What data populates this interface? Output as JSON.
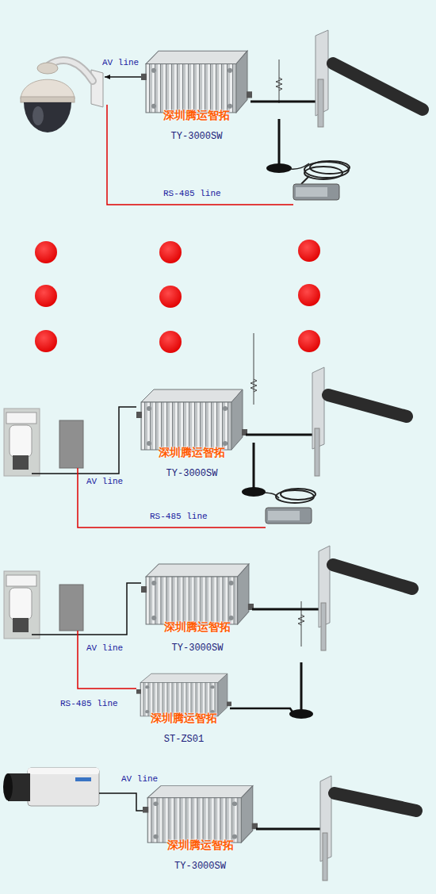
{
  "diagram": {
    "nodes": [
      {
        "text": [
          "深圳腾运智拓",
          "TY-3000SW"
        ]
      },
      {
        "text": [
          "深圳腾运智拓",
          "TY-3000SW"
        ]
      },
      {
        "text": [
          "深圳腾运智拓",
          "TY-3000SW"
        ]
      },
      {
        "text": [
          "深圳腾运智拓",
          "ST-ZS01"
        ]
      },
      {
        "text": [
          "深圳腾运智拓",
          "TY-3000SW"
        ]
      }
    ],
    "labels": [
      "AV line",
      "RS-485 line",
      "AV line",
      "RS-485 line",
      "AV line",
      "RS-485 line",
      "AV line"
    ]
  }
}
